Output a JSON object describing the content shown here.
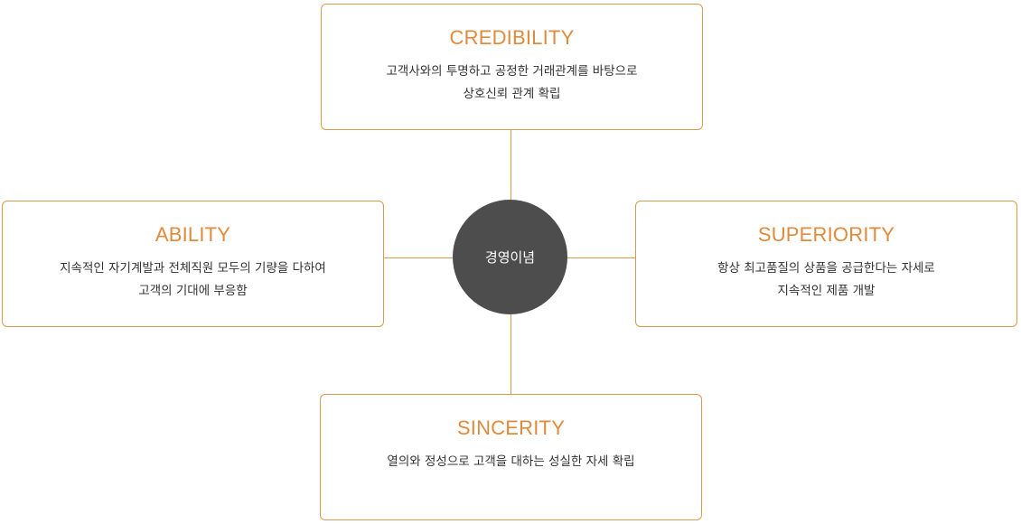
{
  "center": {
    "label": "경영이념"
  },
  "credibility": {
    "title": "CREDIBILITY",
    "lines": [
      "고객사와의 투명하고 공정한 거래관계를 바탕으로",
      "상호신뢰 관계 확립"
    ]
  },
  "ability": {
    "title": "ABILITY",
    "lines": [
      "지속적인 자기계발과 전체직원 모두의 기량을 다하여",
      "고객의 기대에 부응함"
    ]
  },
  "superiority": {
    "title": "SUPERIORITY",
    "lines": [
      "항상 최고품질의 상품을 공급한다는 자세로",
      "지속적인 제품 개발"
    ]
  },
  "sincerity": {
    "title": "SINCERITY",
    "lines": [
      "열의와 정성으로 고객을 대하는 성실한 자세 확립"
    ]
  },
  "colors": {
    "accent": "#e08a3c",
    "border": "#d99a4e",
    "center_fill": "#4d4d4d",
    "text": "#333333"
  }
}
